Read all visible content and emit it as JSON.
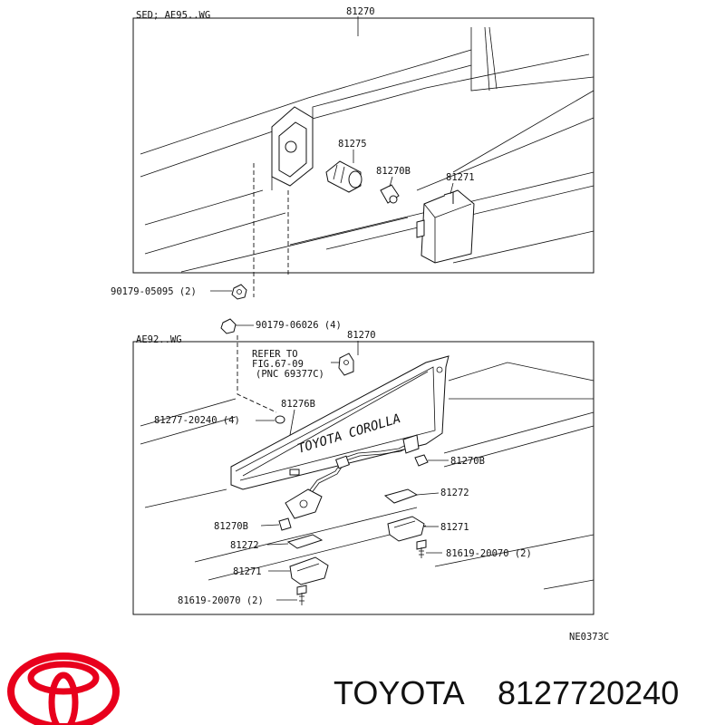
{
  "top_panel": {
    "variant": "SED; AE95..WG",
    "main_part": "81270",
    "parts": {
      "p81275": "81275",
      "p81270B": "81270B",
      "p81271": "81271"
    },
    "fastener": "90179-05095 (2)"
  },
  "bottom_panel": {
    "fastener_top": "90179-06026 (4)",
    "variant": "AE92..WG",
    "main_part": "81270",
    "refer_line1": "REFER TO",
    "refer_line2": "FIG.67-09",
    "refer_line3": "(PNC 69377C)",
    "p81276B": "81276B",
    "p81277": "81277-20240 (4)",
    "emblem": "TOYOTA COROLLA",
    "right_81270B": "81270B",
    "right_81272": "81272",
    "right_81271": "81271",
    "right_screw": "81619-20070 (2)",
    "left_81270B": "81270B",
    "left_81272": "81272",
    "left_81271": "81271",
    "left_screw": "81619-20070 (2)"
  },
  "diagram_code": "NE0373C",
  "brand": {
    "name": "TOYOTA",
    "part_number": "8127720240",
    "logo_color": "#e8001c"
  }
}
